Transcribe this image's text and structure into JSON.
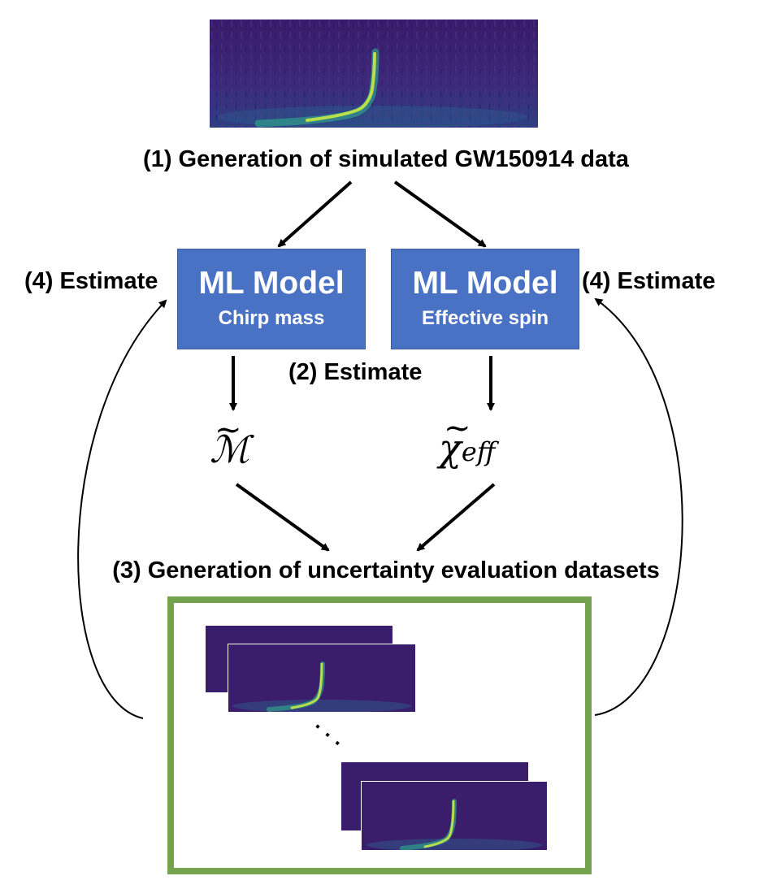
{
  "steps": {
    "step1": "(1) Generation of simulated GW150914 data",
    "step2": "(2) Estimate",
    "step3": "(3) Generation of uncertainty evaluation datasets",
    "step4_left": "(4) Estimate",
    "step4_right": "(4) Estimate"
  },
  "models": [
    {
      "title": "ML Model",
      "subtitle": "Chirp mass"
    },
    {
      "title": "ML Model",
      "subtitle": "Effective spin"
    }
  ],
  "symbols": {
    "chirp_mass": "ℳ",
    "chirp_tilde": "~",
    "spin": "χ",
    "spin_tilde": "~",
    "spin_sub": "eff"
  },
  "ellipsis": "· · ·",
  "colors": {
    "model_box": "#4a72c4",
    "dataset_frame": "#73a34e",
    "spectrogram_bg": "#3b1f6e",
    "chirp_track": "#c8e04a"
  }
}
